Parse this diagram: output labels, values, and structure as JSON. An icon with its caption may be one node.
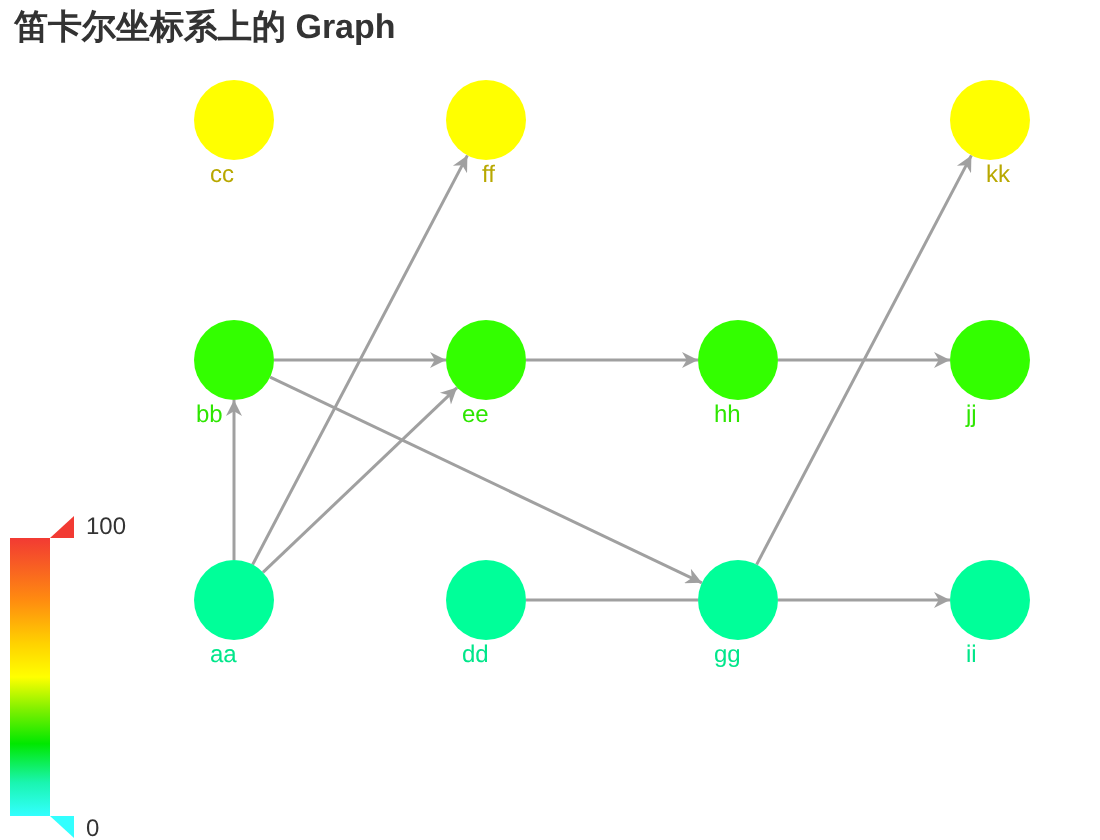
{
  "diagram": {
    "title": "笛卡尔坐标系上的 Graph",
    "nodes": [
      {
        "text": [
          "cc"
        ]
      },
      {
        "text": [
          "ff"
        ]
      },
      {
        "text": [
          "kk"
        ]
      },
      {
        "text": [
          "bb"
        ]
      },
      {
        "text": [
          "ee"
        ]
      },
      {
        "text": [
          "hh"
        ]
      },
      {
        "text": [
          "jj"
        ]
      },
      {
        "text": [
          "aa"
        ]
      },
      {
        "text": [
          "dd"
        ]
      },
      {
        "text": [
          "gg"
        ]
      },
      {
        "text": [
          "ii"
        ]
      }
    ],
    "edges": [
      {
        "from": 7,
        "to": 3,
        "arrow": "to"
      },
      {
        "from": 7,
        "to": 1,
        "arrow": "to"
      },
      {
        "from": 7,
        "to": 4,
        "arrow": "to"
      },
      {
        "from": 3,
        "to": 4,
        "arrow": "to"
      },
      {
        "from": 3,
        "to": 9,
        "arrow": "to"
      },
      {
        "from": 4,
        "to": 5,
        "arrow": "to"
      },
      {
        "from": 5,
        "to": 6,
        "arrow": "to"
      },
      {
        "from": 8,
        "to": 9,
        "arrow": "none"
      },
      {
        "from": 9,
        "to": 2,
        "arrow": "to"
      },
      {
        "from": 9,
        "to": 10,
        "arrow": "to"
      }
    ],
    "labels": [
      "100",
      "0"
    ]
  }
}
